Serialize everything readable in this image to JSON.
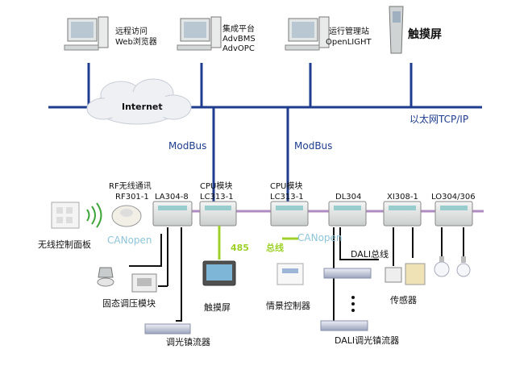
{
  "top_nodes": {
    "remote": [
      "远程访问",
      "Web浏览器"
    ],
    "platform": [
      "集成平台",
      "AdvBMS",
      "AdvOPC"
    ],
    "station": [
      "运行管理站",
      "OpenLIGHT"
    ],
    "touch": "触摸屏"
  },
  "network": {
    "internet": "Internet",
    "ethernet": "以太网TCP/IP",
    "modbus_left": "ModBus",
    "modbus_right": "ModBus"
  },
  "modules": {
    "rf": [
      "RF无线通讯",
      "RF301-1"
    ],
    "la304": "LA304-8",
    "cpu_left": [
      "CPU模块",
      "LC313-1"
    ],
    "cpu_right": [
      "CPU模块",
      "LC313-1"
    ],
    "dl304": "DL304",
    "xi308": "XI308-1",
    "lo304": "LO304/306"
  },
  "bottom": {
    "wireless_panel": "无线控制面板",
    "canopen_left": "CANopen",
    "canopen_right": "CANopen",
    "bus485": "485",
    "bus_zong": "总线",
    "dali_bus": "DALI总线",
    "solid_state": "固态调压模块",
    "touch_bottom": "触摸屏",
    "scene_controller": "情景控制器",
    "sensor": "传感器",
    "ballast": "调光镇流器",
    "dali_ballast": "DALI调光镇流器"
  }
}
